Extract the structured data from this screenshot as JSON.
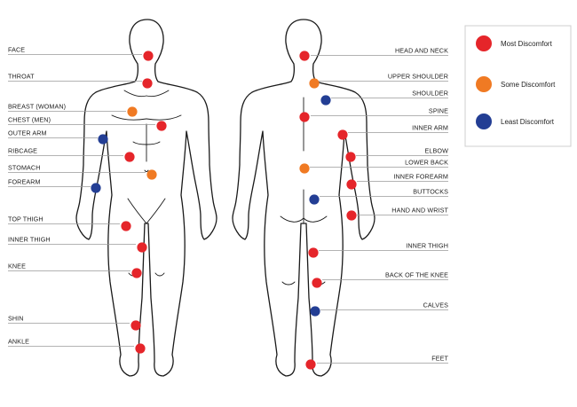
{
  "colors": {
    "most": "#e5252a",
    "some": "#f07a23",
    "least": "#233e94"
  },
  "legend": [
    {
      "key": "most",
      "label": "Most Discomfort"
    },
    {
      "key": "some",
      "label": "Some Discomfort"
    },
    {
      "key": "least",
      "label": "Least Discomfort"
    }
  ],
  "front_labels": [
    {
      "id": "face",
      "text": "FACE"
    },
    {
      "id": "throat",
      "text": "THROAT"
    },
    {
      "id": "breast-woman",
      "text": "BREAST (WOMAN)"
    },
    {
      "id": "chest-men",
      "text": "CHEST (MEN)"
    },
    {
      "id": "outer-arm",
      "text": "OUTER ARM"
    },
    {
      "id": "ribcage",
      "text": "RIBCAGE"
    },
    {
      "id": "stomach",
      "text": "STOMACH"
    },
    {
      "id": "forearm",
      "text": "FOREARM"
    },
    {
      "id": "top-thigh",
      "text": "TOP THIGH"
    },
    {
      "id": "inner-thigh-front",
      "text": "INNER THIGH"
    },
    {
      "id": "knee",
      "text": "KNEE"
    },
    {
      "id": "shin",
      "text": "SHIN"
    },
    {
      "id": "ankle",
      "text": "ANKLE"
    }
  ],
  "back_labels": [
    {
      "id": "head-and-neck",
      "text": "HEAD AND NECK"
    },
    {
      "id": "upper-shoulder",
      "text": "UPPER SHOULDER"
    },
    {
      "id": "shoulder",
      "text": "SHOULDER"
    },
    {
      "id": "spine",
      "text": "SPINE"
    },
    {
      "id": "inner-arm",
      "text": "INNER ARM"
    },
    {
      "id": "elbow",
      "text": "ELBOW"
    },
    {
      "id": "lower-back",
      "text": "LOWER BACK"
    },
    {
      "id": "inner-forearm",
      "text": "INNER FOREARM"
    },
    {
      "id": "buttocks",
      "text": "BUTTOCKS"
    },
    {
      "id": "hand-and-wrist",
      "text": "HAND AND WRIST"
    },
    {
      "id": "inner-thigh-back",
      "text": "INNER THIGH"
    },
    {
      "id": "back-of-the-knee",
      "text": "BACK OF THE KNEE"
    },
    {
      "id": "calves",
      "text": "CALVES"
    },
    {
      "id": "feet",
      "text": "FEET"
    }
  ],
  "points": [
    {
      "id": "face",
      "level": "most"
    },
    {
      "id": "throat",
      "level": "most"
    },
    {
      "id": "breast-woman",
      "level": "some"
    },
    {
      "id": "chest-men",
      "level": "most"
    },
    {
      "id": "outer-arm",
      "level": "least"
    },
    {
      "id": "ribcage",
      "level": "most"
    },
    {
      "id": "stomach",
      "level": "some"
    },
    {
      "id": "forearm",
      "level": "least"
    },
    {
      "id": "top-thigh",
      "level": "most"
    },
    {
      "id": "inner-thigh-front",
      "level": "most"
    },
    {
      "id": "knee",
      "level": "most"
    },
    {
      "id": "shin",
      "level": "most"
    },
    {
      "id": "ankle",
      "level": "most"
    },
    {
      "id": "head-and-neck",
      "level": "most"
    },
    {
      "id": "upper-shoulder",
      "level": "some"
    },
    {
      "id": "shoulder",
      "level": "least"
    },
    {
      "id": "spine",
      "level": "most"
    },
    {
      "id": "inner-arm",
      "level": "most"
    },
    {
      "id": "elbow",
      "level": "most"
    },
    {
      "id": "lower-back",
      "level": "some"
    },
    {
      "id": "inner-forearm",
      "level": "most"
    },
    {
      "id": "buttocks",
      "level": "least"
    },
    {
      "id": "hand-and-wrist",
      "level": "most"
    },
    {
      "id": "inner-thigh-back",
      "level": "most"
    },
    {
      "id": "back-of-the-knee",
      "level": "most"
    },
    {
      "id": "calves",
      "level": "least"
    },
    {
      "id": "feet",
      "level": "most"
    }
  ]
}
